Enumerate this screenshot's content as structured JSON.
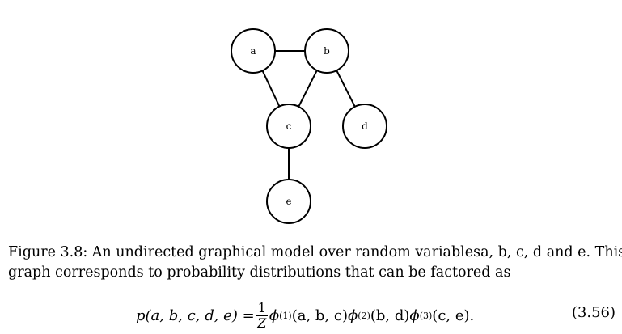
{
  "figure": {
    "nodes": [
      {
        "id": "a",
        "label": "a"
      },
      {
        "id": "b",
        "label": "b"
      },
      {
        "id": "c",
        "label": "c"
      },
      {
        "id": "d",
        "label": "d"
      },
      {
        "id": "e",
        "label": "e"
      }
    ],
    "edges": [
      [
        "a",
        "b"
      ],
      [
        "a",
        "c"
      ],
      [
        "b",
        "c"
      ],
      [
        "b",
        "d"
      ],
      [
        "c",
        "e"
      ]
    ]
  },
  "caption": {
    "line1": "Figure 3.8: An undirected graphical model over random variablesa, b, c, d and e. This",
    "line2": "graph corresponds to probability distributions that can be factored as"
  },
  "equation": {
    "lhs": "p(a, b, c, d, e) =",
    "frac_num": "1",
    "frac_den": "Z",
    "phi": "ϕ",
    "sup1": "(1)",
    "args1": "(a, b, c)",
    "sup2": "(2)",
    "args2": "(b, d)",
    "sup3": "(3)",
    "args3": "(c, e).",
    "number": "(3.56)"
  }
}
